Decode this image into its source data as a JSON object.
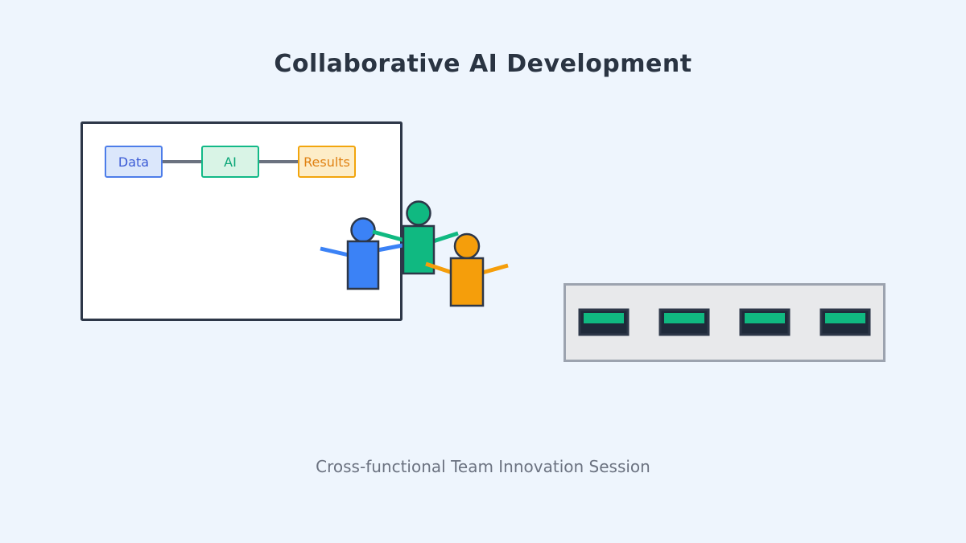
{
  "title": "Collaborative AI Development",
  "caption": "Cross-functional Team Innovation Session",
  "background_color": "#eef5fd",
  "whiteboard": {
    "fill": "#ffffff",
    "border": "#2d3748"
  },
  "flow": {
    "connector_color": "#6b7280",
    "nodes": [
      {
        "label": "Data",
        "fill": "#dbe7fb",
        "border": "#4d7de9",
        "text_color": "#3b5bd5"
      },
      {
        "label": "AI",
        "fill": "#d9f4e6",
        "border": "#12b987",
        "text_color": "#0ca678"
      },
      {
        "label": "Results",
        "fill": "#fdedc8",
        "border": "#f2a50d",
        "text_color": "#e08214"
      }
    ]
  },
  "people": [
    {
      "name": "blue team member",
      "color": "#3b82f6"
    },
    {
      "name": "green team member",
      "color": "#10b981"
    },
    {
      "name": "orange team member",
      "color": "#f59e0b"
    }
  ],
  "outline_color": "#2d3748",
  "table": {
    "fill": "#e8e9eb",
    "border": "#9ca3af",
    "laptop_count": 4,
    "laptop_color": "#1f2a3a",
    "laptop_border": "#2d3748",
    "screen_color": "#10b981"
  },
  "text_colors": {
    "title": "#2a3442",
    "caption": "#6b7280"
  }
}
